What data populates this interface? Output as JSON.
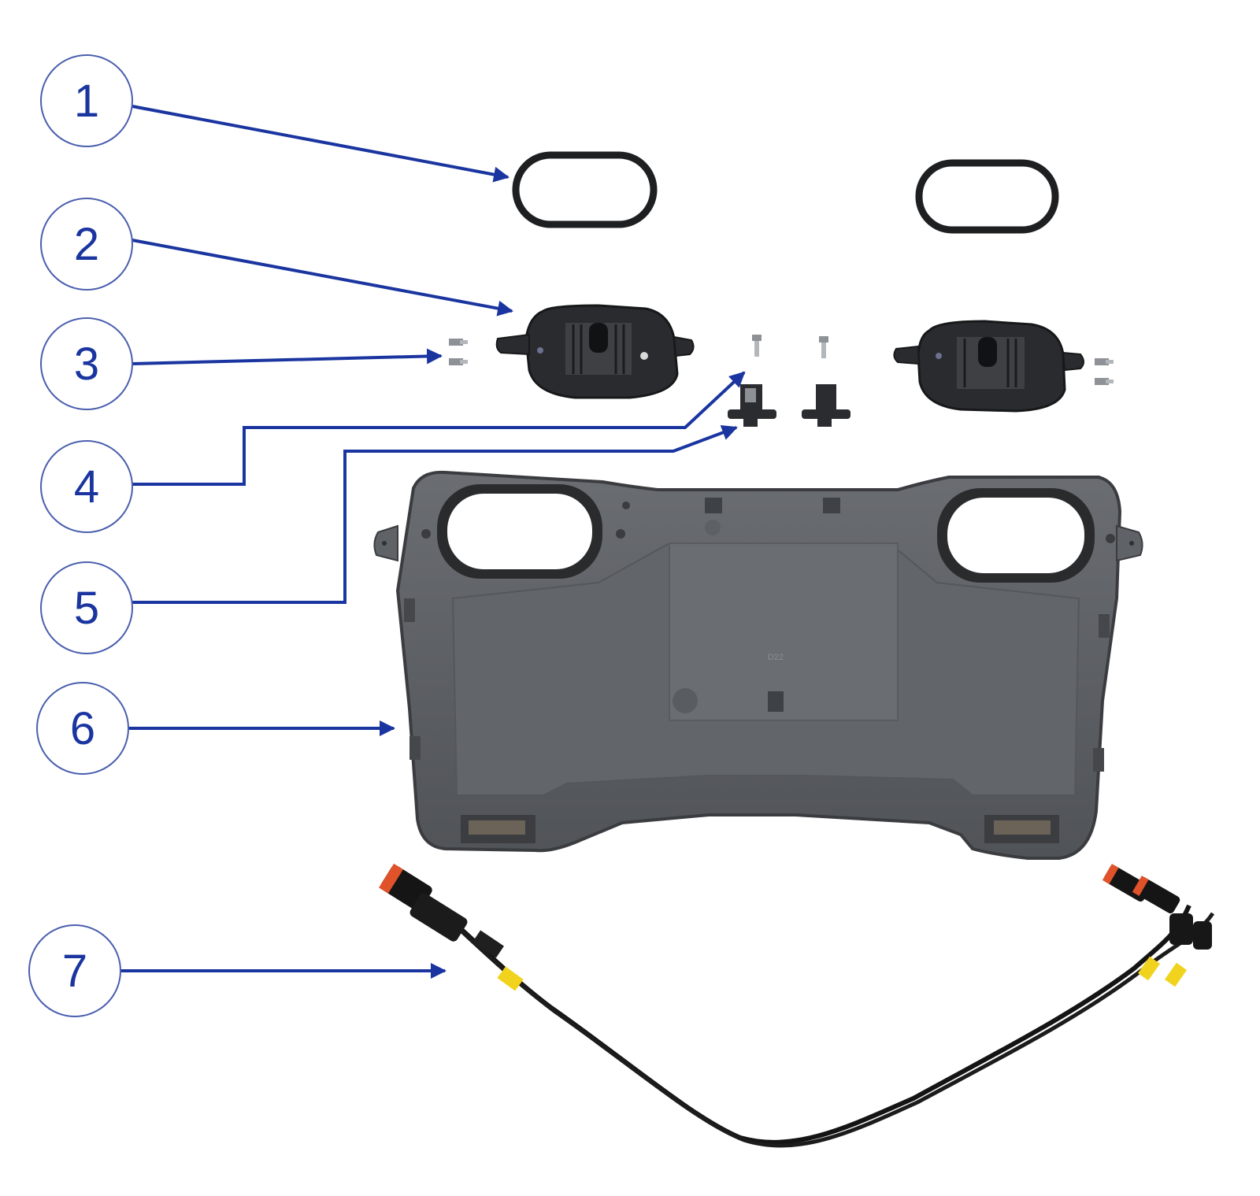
{
  "callouts": [
    {
      "number": "1"
    },
    {
      "number": "2"
    },
    {
      "number": "3"
    },
    {
      "number": "4"
    },
    {
      "number": "5"
    },
    {
      "number": "6"
    },
    {
      "number": "7"
    }
  ],
  "housing_marking": "D22",
  "colors": {
    "callout_stroke": "#4a5fae",
    "leader": "#1a35a0",
    "housing": "#5b5e63",
    "housing_dark": "#3e4145",
    "gasket": "#1e1f21",
    "cable": "#141414",
    "connector_band": "#e0532a",
    "cable_tag": "#f1d21c"
  },
  "icons": [
    "gasket",
    "light-module",
    "screw",
    "mounting-clip",
    "housing",
    "wiring-harness"
  ]
}
